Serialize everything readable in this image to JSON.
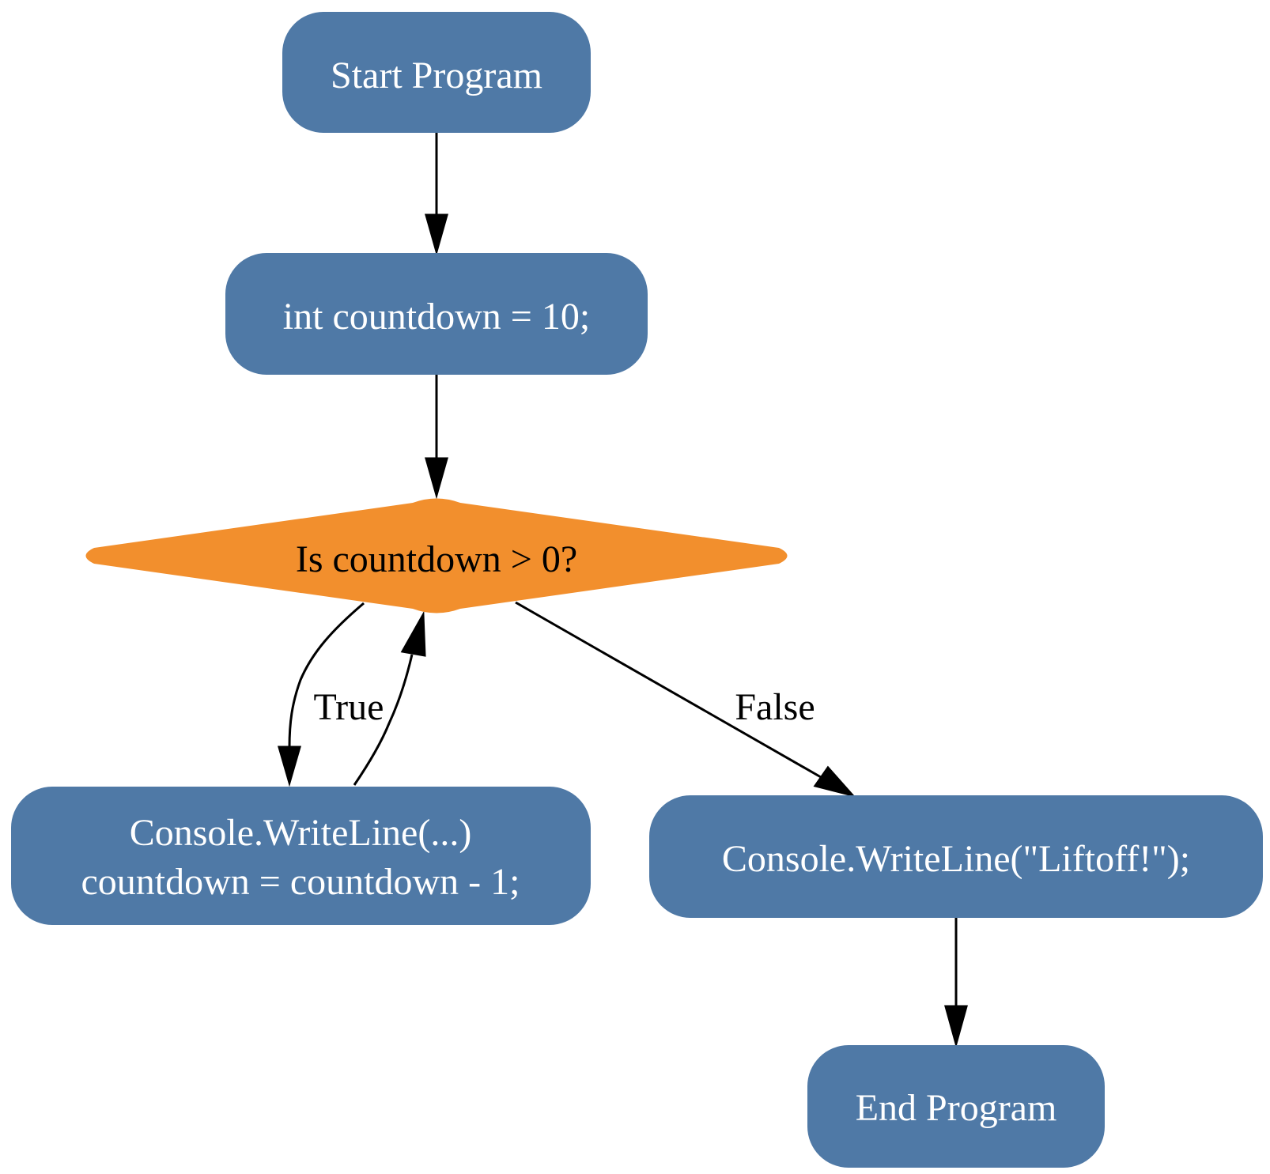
{
  "colors": {
    "process_fill": "#4F79A6",
    "decision_fill": "#F28F2D",
    "process_text": "#FFFFFF",
    "decision_text": "#000000",
    "edge": "#000000",
    "background": "#FFFFFF"
  },
  "nodes": {
    "start": {
      "label": "Start Program"
    },
    "init": {
      "label": "int countdown = 10;"
    },
    "decision": {
      "label": "Is countdown > 0?"
    },
    "loop_body": {
      "line1": "Console.WriteLine(...)",
      "line2": "countdown = countdown - 1;"
    },
    "liftoff": {
      "label": "Console.WriteLine(\"Liftoff!\");"
    },
    "end": {
      "label": "End Program"
    }
  },
  "edges": {
    "true_label": "True",
    "false_label": "False"
  }
}
